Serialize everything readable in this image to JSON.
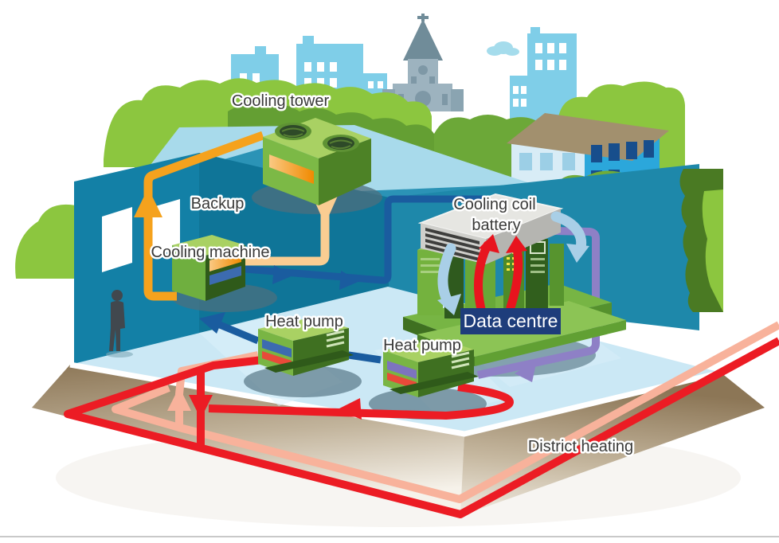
{
  "title": "Data centre waste heat recovery to district heating - isometric illustration",
  "labels": {
    "cooling_tower": "Cooling tower",
    "backup": "Backup",
    "cooling_machine": "Cooling machine",
    "cooling_coil_battery_line1": "Cooling coil",
    "cooling_coil_battery_line2": "battery",
    "heat_pump_left": "Heat pump",
    "heat_pump_right": "Heat pump",
    "data_centre": "Data centre",
    "district_heating": "District heating"
  },
  "colors": {
    "backup_supply_pipe": "#F5A21D",
    "backup_return_pipe": "#FACD92",
    "cold_water_pipe": "#1A5C9F",
    "warm_water_pipe": "#8E80C6",
    "district_heating_supply": "#EC1C24",
    "district_heating_return": "#F8B29B",
    "data_centre_label_bg": "#1E3D7B",
    "label_text": "#3A3A39",
    "machine_green": "#76B043",
    "wall_teal": "#1C84A8",
    "floor_blue": "#CBE8F5",
    "city_blue": "#7FCEE8",
    "hedge_green": "#8CC63F"
  }
}
